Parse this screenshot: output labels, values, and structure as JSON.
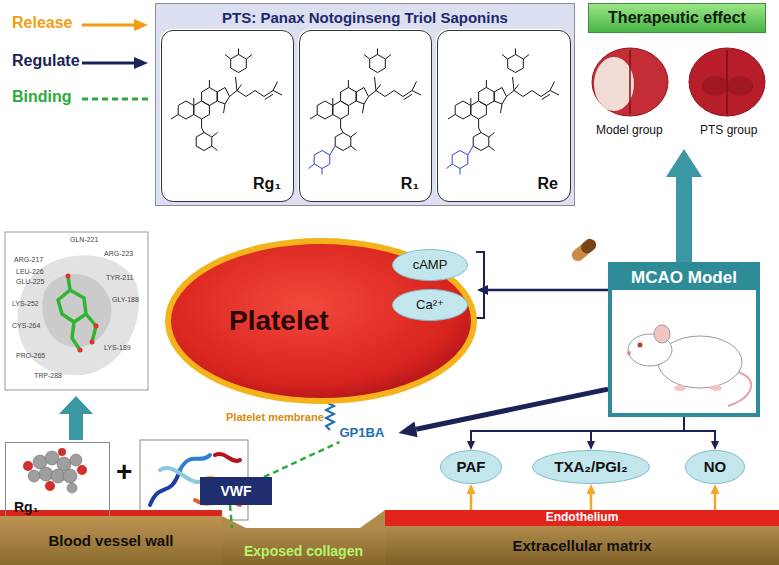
{
  "diagram": {
    "nodes": [
      {
        "text": [
          "PTS: Panax Notoginseng Triol Saponins"
        ]
      },
      {
        "text": [
          "Rg₁"
        ],
        "in": 0
      },
      {
        "text": [
          "R₁"
        ],
        "in": 0
      },
      {
        "text": [
          "Re"
        ],
        "in": 0
      },
      {
        "text": [
          "Therapeutic effect"
        ]
      },
      {
        "text": [
          "Platelet"
        ]
      },
      {
        "text": [
          "cAMP"
        ],
        "in": 5
      },
      {
        "text": [
          "Ca²⁺"
        ],
        "in": 5
      },
      {
        "text": [
          "MCAO Model"
        ]
      },
      {
        "text": [
          "GP1BA"
        ]
      },
      {
        "text": [
          "VWF"
        ]
      },
      {
        "text": [
          "PAF"
        ]
      },
      {
        "text": [
          "TXA₂/PGI₂"
        ]
      },
      {
        "text": [
          "NO"
        ]
      },
      {
        "text": [
          "Rg₁"
        ]
      },
      {
        "text": [
          "Blood vessel wall"
        ]
      },
      {
        "text": [
          "Exposed collagen"
        ]
      },
      {
        "text": [
          "Endothelium"
        ]
      },
      {
        "text": [
          "Extracellular matrix"
        ]
      }
    ],
    "edges": [
      {
        "from": 17,
        "to": 11,
        "arrow": "to"
      },
      {
        "from": 17,
        "to": 12,
        "arrow": "to"
      },
      {
        "from": 17,
        "to": 13,
        "arrow": "to"
      },
      {
        "from": 10,
        "to": 9,
        "arrow": "none"
      },
      {
        "from": 10,
        "to": 16,
        "arrow": "none"
      },
      {
        "from": 8,
        "to": 5,
        "arrow": "to"
      },
      {
        "from": 8,
        "to": 9,
        "arrow": "to"
      },
      {
        "from": 8,
        "to": 11,
        "arrow": "to"
      },
      {
        "from": 8,
        "to": 12,
        "arrow": "to"
      },
      {
        "from": 8,
        "to": 13,
        "arrow": "to"
      },
      {
        "from": 8,
        "to": 4,
        "arrow": "to"
      }
    ],
    "labels": [
      "+",
      "Model group",
      "PTS group",
      "Platelet membrane",
      "GLN-221",
      "ARG-217",
      "ARG-223",
      "LEU-226",
      "GLU-225",
      "TYR-211",
      "GLY-188",
      "LYS-252",
      "CYS-264",
      "LYS-189",
      "PRO-265",
      "TRP-288"
    ],
    "legend": [
      {
        "text": "Release"
      },
      {
        "text": "Regulate"
      },
      {
        "text": "Binding"
      }
    ]
  }
}
